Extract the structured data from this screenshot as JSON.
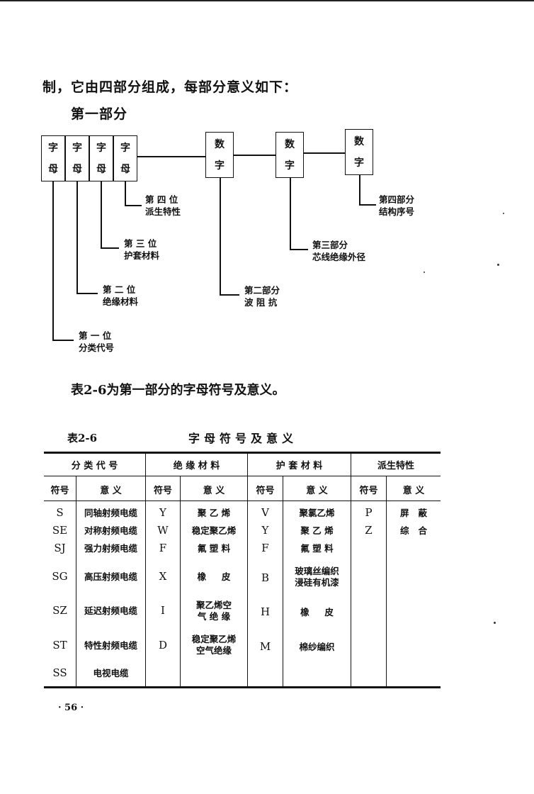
{
  "page": {
    "intro_text": "制，它由四部分组成，每部分意义如下：",
    "part_heading": "第一部分",
    "table_intro": "表2-6为第一部分的字母符号及意义。",
    "page_number": "· 56 ·"
  },
  "diagram": {
    "letter_boxes": [
      {
        "top": "字",
        "bottom": "母"
      },
      {
        "top": "字",
        "bottom": "母"
      },
      {
        "top": "字",
        "bottom": "母"
      },
      {
        "top": "字",
        "bottom": "母"
      }
    ],
    "digit_boxes": [
      {
        "top": "数",
        "bottom": "字"
      },
      {
        "top": "数",
        "bottom": "字"
      },
      {
        "top": "数",
        "bottom": "字"
      }
    ],
    "labels": {
      "pos4_line1": "第 四 位",
      "pos4_line2": "派生特性",
      "pos3_line1": "第 三 位",
      "pos3_line2": "护套材料",
      "pos2_line1": "第 二 位",
      "pos2_line2": "绝缘材料",
      "pos1_line1": "第 一 位",
      "pos1_line2": "分类代号",
      "part2_line1": "第二部分",
      "part2_line2": "波 阻 抗",
      "part3_line1": "第三部分",
      "part3_line2": "芯线绝缘外径",
      "part4_line1": "第四部分",
      "part4_line2": "结构序号"
    }
  },
  "table": {
    "number": "表2-6",
    "title": "字母符号及意义",
    "group_headers": [
      "分 类 代 号",
      "绝 缘 材 料",
      "护 套 材 料",
      "派生特性"
    ],
    "sub_headers": {
      "symbol": "符号",
      "meaning": "意 义"
    },
    "classification": [
      {
        "code": "S",
        "meaning": "同轴射频电缆"
      },
      {
        "code": "SE",
        "meaning": "对称射频电缆"
      },
      {
        "code": "SJ",
        "meaning": "强力射频电缆"
      },
      {
        "code": "SG",
        "meaning": "高压射频电缆"
      },
      {
        "code": "SZ",
        "meaning": "延迟射频电缆"
      },
      {
        "code": "ST",
        "meaning": "特性射频电缆"
      },
      {
        "code": "SS",
        "meaning": "电视电缆"
      }
    ],
    "insulation": [
      {
        "code": "Y",
        "meaning": "聚 乙 烯"
      },
      {
        "code": "W",
        "meaning": "稳定聚乙烯"
      },
      {
        "code": "F",
        "meaning": "氟 塑 料"
      },
      {
        "code": "X",
        "meaning": "橡     皮"
      },
      {
        "code": "I",
        "meaning_l1": "聚乙烯空",
        "meaning_l2": "气 绝 缘"
      },
      {
        "code": "D",
        "meaning_l1": "稳定聚乙烯",
        "meaning_l2": "空气绝缘"
      }
    ],
    "sheath": [
      {
        "code": "V",
        "meaning": "聚氯乙烯"
      },
      {
        "code": "Y",
        "meaning": "聚 乙 烯"
      },
      {
        "code": "F",
        "meaning": "氟 塑 料"
      },
      {
        "code": "B",
        "meaning_l1": "玻璃丝编织",
        "meaning_l2": "浸硅有机漆"
      },
      {
        "code": "H",
        "meaning": "橡     皮"
      },
      {
        "code": "M",
        "meaning": "棉纱编织"
      }
    ],
    "derived": [
      {
        "code": "P",
        "meaning": "屏   蔽"
      },
      {
        "code": "Z",
        "meaning": "综   合"
      }
    ]
  }
}
